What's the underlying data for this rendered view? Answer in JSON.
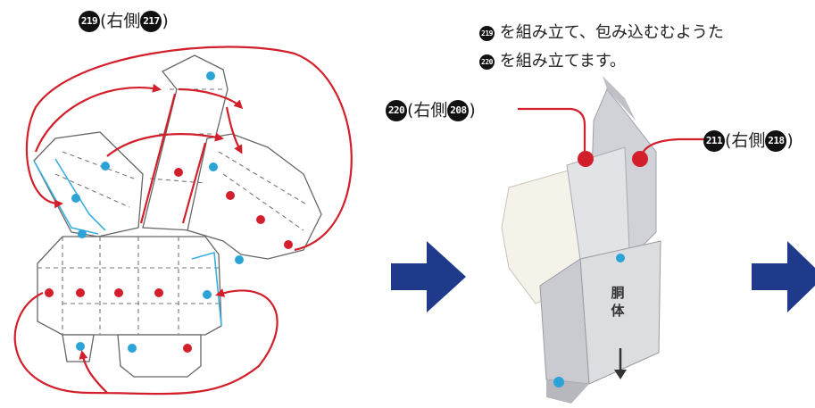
{
  "left_label": {
    "badge": "219",
    "prefix": "(右側",
    "ref_badge": "217",
    "suffix": ")"
  },
  "instruction": {
    "line1_badge": "219",
    "line1_text": "を組み立て、包み込むむようた",
    "line2_badge": "220",
    "line2_text": "を組み立てます。"
  },
  "callout_220": {
    "badge": "220",
    "prefix": "(右側",
    "ref_badge": "208",
    "suffix": ")"
  },
  "callout_211": {
    "badge": "211",
    "prefix": "(右側",
    "ref_badge": "218",
    "suffix": ")"
  },
  "model_text": {
    "line1": "胴",
    "line2": "体"
  },
  "colors": {
    "arrow_blue": "#1f3a8a",
    "dot_red": "#d21f2b",
    "dot_blue": "#2ba3d6",
    "outline_blue": "#3aaee0",
    "line_red": "#d21f2b"
  }
}
